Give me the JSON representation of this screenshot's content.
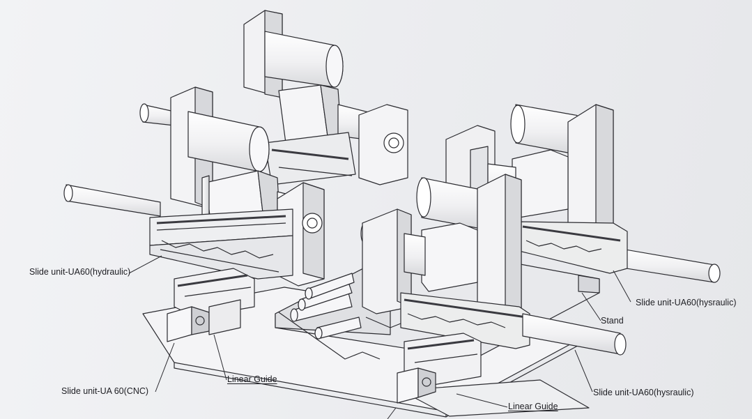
{
  "labels": {
    "slide_hydraulic": "Slide unit-UA60(hydraulic)",
    "slide_cnc": "Slide unit-UA 60(CNC)",
    "linear_guide_left": "Linear Guide",
    "linear_guide_bottom": "Linear Guide",
    "slide_hysraulic_right": "Slide unit-UA60(hysraulic)",
    "slide_hysraulic_bottom": "Slide unit-UA60(hysraulic)",
    "stand": "Stand"
  },
  "colors": {
    "line": "#2b2b30",
    "face_light": "#f7f7f8",
    "face_mid": "#e2e3e6",
    "face_dark": "#c9cace",
    "rail": "#3a3a40",
    "paper": "#ecedef"
  }
}
